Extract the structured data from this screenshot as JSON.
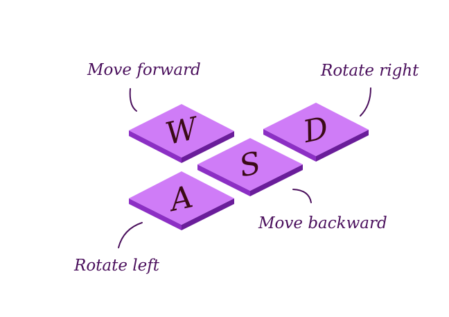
{
  "keys": {
    "w": {
      "letter": "W",
      "label": "Move forward"
    },
    "d": {
      "letter": "D",
      "label": "Rotate right"
    },
    "s": {
      "letter": "S",
      "label": "Move backward"
    },
    "a": {
      "letter": "A",
      "label": "Rotate left"
    }
  },
  "colors": {
    "key_top": "#cf7cf7",
    "key_side_left": "#8c2fc4",
    "key_side_right": "#6a1d9a",
    "label_text": "#4a0f5c",
    "letter_text": "#3a0a16"
  }
}
